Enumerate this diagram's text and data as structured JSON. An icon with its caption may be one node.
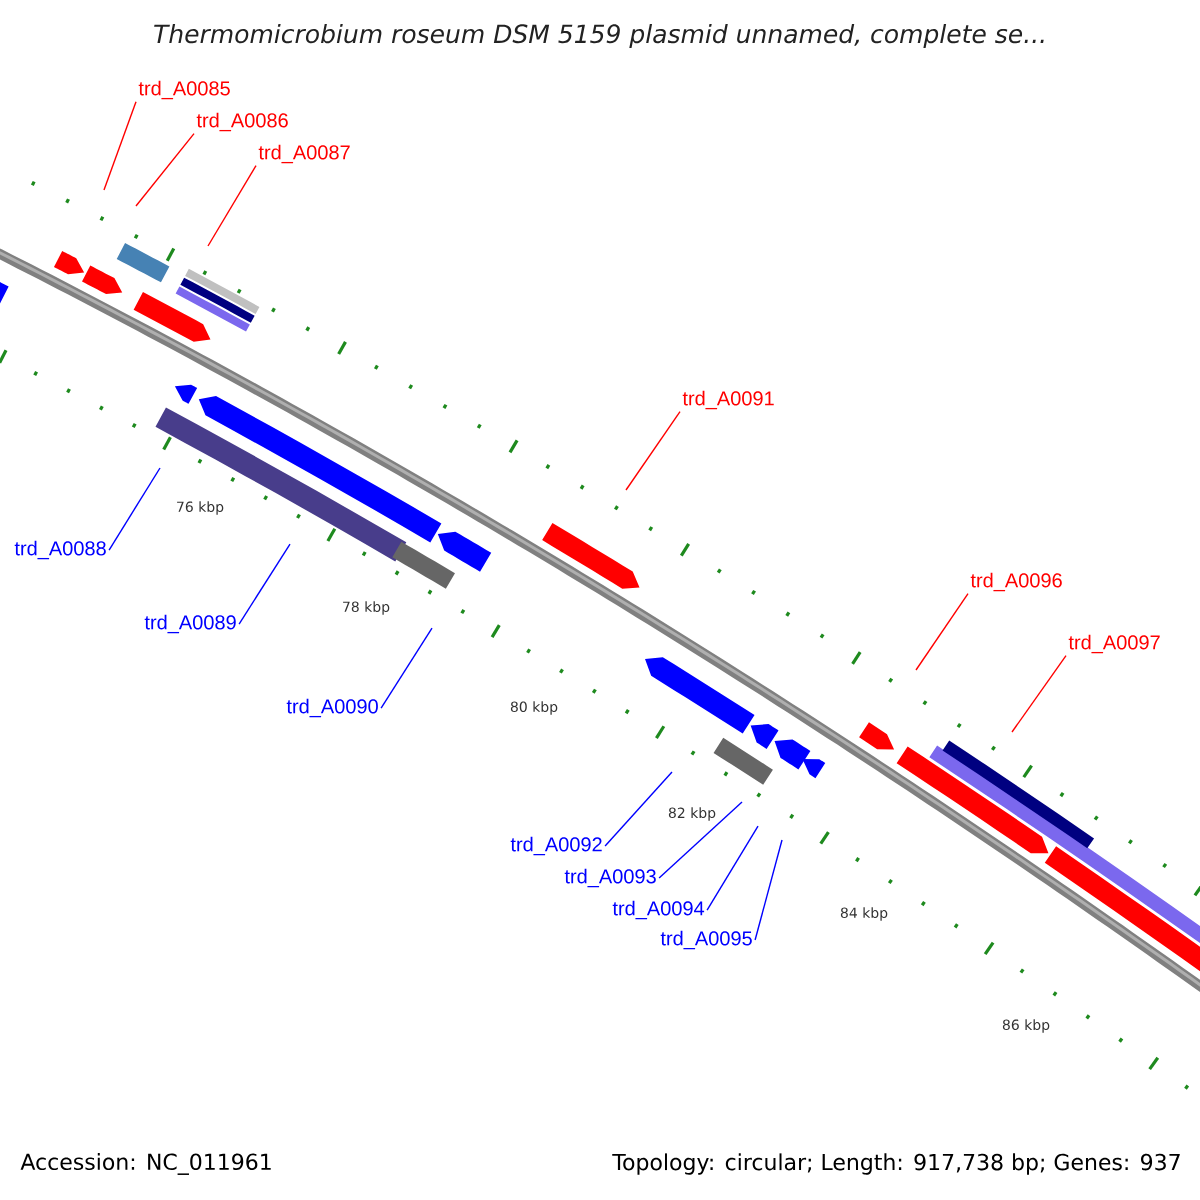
{
  "diagram": {
    "title": "Thermomicrobium roseum DSM 5159 plasmid unnamed, complete se...",
    "nodes": [
      {
        "text": [
          "trd_A0085"
        ]
      },
      {
        "text": [
          "trd_A0086"
        ]
      },
      {
        "text": [
          "trd_A0087"
        ]
      },
      {
        "text": [
          "trd_A0088"
        ]
      },
      {
        "text": [
          "trd_A0089"
        ]
      },
      {
        "text": [
          "trd_A0090"
        ]
      },
      {
        "text": [
          "trd_A0091"
        ]
      },
      {
        "text": [
          "trd_A0092"
        ]
      },
      {
        "text": [
          "trd_A0093"
        ]
      },
      {
        "text": [
          "trd_A0094"
        ]
      },
      {
        "text": [
          "trd_A0095"
        ]
      },
      {
        "text": [
          "trd_A0096"
        ]
      },
      {
        "text": [
          "trd_A0097"
        ]
      }
    ],
    "edges": [
      {
        "from": 0,
        "to": null,
        "arrow": "none",
        "color": "#ff0000"
      },
      {
        "from": 1,
        "to": null,
        "arrow": "none",
        "color": "#ff0000"
      },
      {
        "from": 2,
        "to": null,
        "arrow": "none",
        "color": "#ff0000"
      },
      {
        "from": 3,
        "to": null,
        "arrow": "none"
      },
      {
        "from": 4,
        "to": null,
        "arrow": "none"
      },
      {
        "from": 5,
        "to": null,
        "arrow": "none"
      },
      {
        "from": 6,
        "to": null,
        "arrow": "none",
        "color": "#ff0000"
      },
      {
        "from": 7,
        "to": null,
        "arrow": "none"
      },
      {
        "from": 8,
        "to": null,
        "arrow": "none"
      },
      {
        "from": 9,
        "to": null,
        "arrow": "none"
      },
      {
        "from": 10,
        "to": null,
        "arrow": "none"
      },
      {
        "from": 11,
        "to": null,
        "arrow": "none",
        "color": "#ff0000"
      },
      {
        "from": 12,
        "to": null,
        "arrow": "none",
        "color": "#ff0000"
      }
    ],
    "labels": [
      "76 kbp",
      "78 kbp",
      "80 kbp",
      "82 kbp",
      "84 kbp",
      "86 kbp",
      "Accession: NC_011961",
      "Topology: circular; Length: 917,738 bp; Genes: 937"
    ]
  }
}
